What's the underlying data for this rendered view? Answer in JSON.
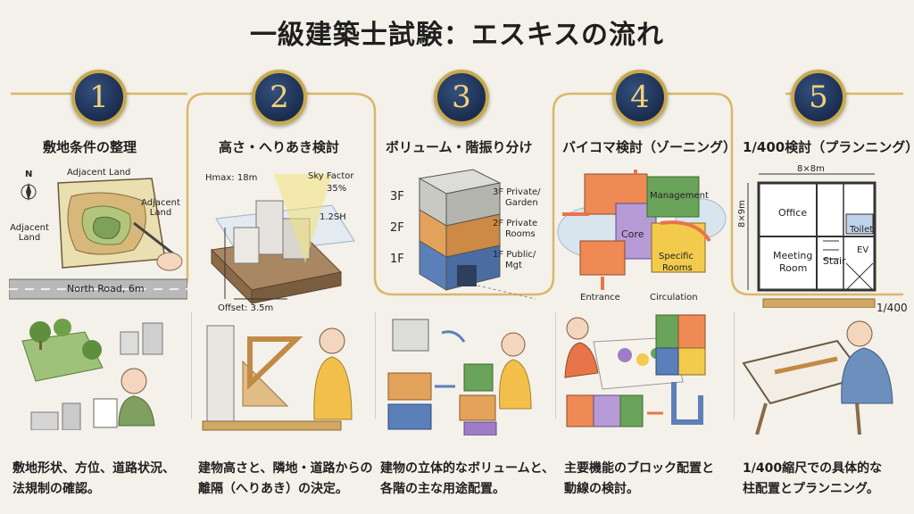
{
  "title": "一級建築士試験：エスキスの流れ",
  "colors": {
    "badge_fill": "#1b2d4f",
    "badge_ring": "#c9a94b",
    "flow_line": "#d8b86a",
    "floor_3f": "#c9c9c4",
    "floor_2f": "#e3a25a",
    "floor_1f": "#5b7fb8",
    "zone_core": "#b79bd6",
    "zone_management": "#6aa35a",
    "zone_specific": "#f2cb4d",
    "zone_entrance": "#f08a55",
    "arrow": "#e8744a"
  },
  "steps": [
    {
      "number": "1",
      "title": "敷地条件の整理",
      "desc_line1": "敷地形状、方位、道路状況、",
      "desc_line2": "法規制の確認。",
      "labels": {
        "north": "N",
        "adjacent_top": "Adjacent Land",
        "adjacent_right": "Adjacent Land",
        "adjacent_left": "Adjacent Land",
        "road": "North Road, 6m"
      },
      "icons": [
        "compass-icon",
        "topographic-map-icon",
        "pencil-icon",
        "trees-icon",
        "buildings-icon",
        "clipboard-icon"
      ]
    },
    {
      "number": "2",
      "title": "高さ・へりあき検討",
      "desc_line1": "建物高さと、隣地・道路からの",
      "desc_line2": "離隔（へりあき）の決定。",
      "labels": {
        "hmax": "Hmax: 18m",
        "sky_factor": "Sky Factor",
        "sky_factor_value": "35%",
        "slope": "1.2SH",
        "offset": "Offset: 3.5m"
      },
      "icons": [
        "massing-model-icon",
        "ruler-icon",
        "triangle-ruler-icon"
      ]
    },
    {
      "number": "3",
      "title": "ボリューム・階振り分け",
      "desc_line1": "建物の立体的なボリュームと、",
      "desc_line2": "各階の主な用途配置。",
      "floors": [
        {
          "level": "3F",
          "use": "3F Private/",
          "use2": "Garden"
        },
        {
          "level": "2F",
          "use": "2F Private",
          "use2": "Rooms"
        },
        {
          "level": "1F",
          "use": "1F Public/",
          "use2": "Mgt"
        }
      ],
      "icons": [
        "stacked-volume-icon",
        "blocks-icon"
      ]
    },
    {
      "number": "4",
      "title": "バイコマ検討（ゾーニング）",
      "desc_line1": "主要機能のブロック配置と",
      "desc_line2": "動線の検討。",
      "labels": {
        "management": "Management",
        "core": "Core",
        "specific": "Specific",
        "specific2": "Rooms",
        "entrance": "Entrance",
        "circulation": "Circulation"
      },
      "icons": [
        "zoning-diagram-icon",
        "bubble-diagram-icon"
      ]
    },
    {
      "number": "5",
      "title": "1/400検討（プランニング）",
      "desc_line1": "1/400縮尺での具体的な",
      "desc_line2": "柱配置とプランニング。",
      "labels": {
        "grid_top": "8×8m",
        "grid_side": "8×9m",
        "office": "Office",
        "toilet": "Toilet",
        "meeting": "Meeting",
        "meeting2": "Room",
        "stair": "Stair",
        "ev": "EV",
        "scale": "1/400"
      },
      "icons": [
        "floor-plan-icon",
        "scale-ruler-icon",
        "drafting-table-icon"
      ]
    }
  ]
}
